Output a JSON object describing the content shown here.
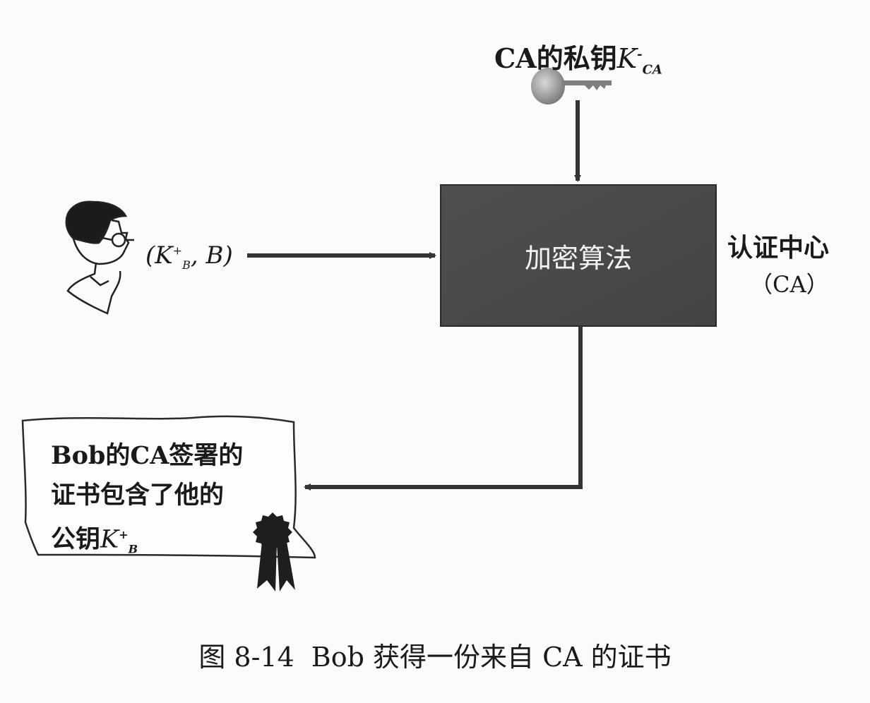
{
  "key": {
    "label_prefix": "CA的私钥",
    "symbol": "K",
    "sup": "-",
    "sub": "CA"
  },
  "box": {
    "label": "加密算法"
  },
  "ca": {
    "title": "认证中心",
    "subtitle": "（CA）"
  },
  "bob": {
    "open": "(",
    "symbol": "K",
    "sup": "+",
    "sub": "B",
    "rest": ", B)"
  },
  "certificate": {
    "line1": "Bob的CA签署的",
    "line2": "证书包含了他的",
    "line3_prefix": "公钥",
    "line3_symbol": "K",
    "line3_sup": "+",
    "line3_sub": "B"
  },
  "caption": {
    "number": "图 8-14",
    "text": "Bob 获得一份来自 CA 的证书"
  },
  "colors": {
    "box_fill": "#4a4a4a",
    "line": "#333333",
    "key": "#8a8a8a",
    "seal": "#1e1e1e"
  }
}
